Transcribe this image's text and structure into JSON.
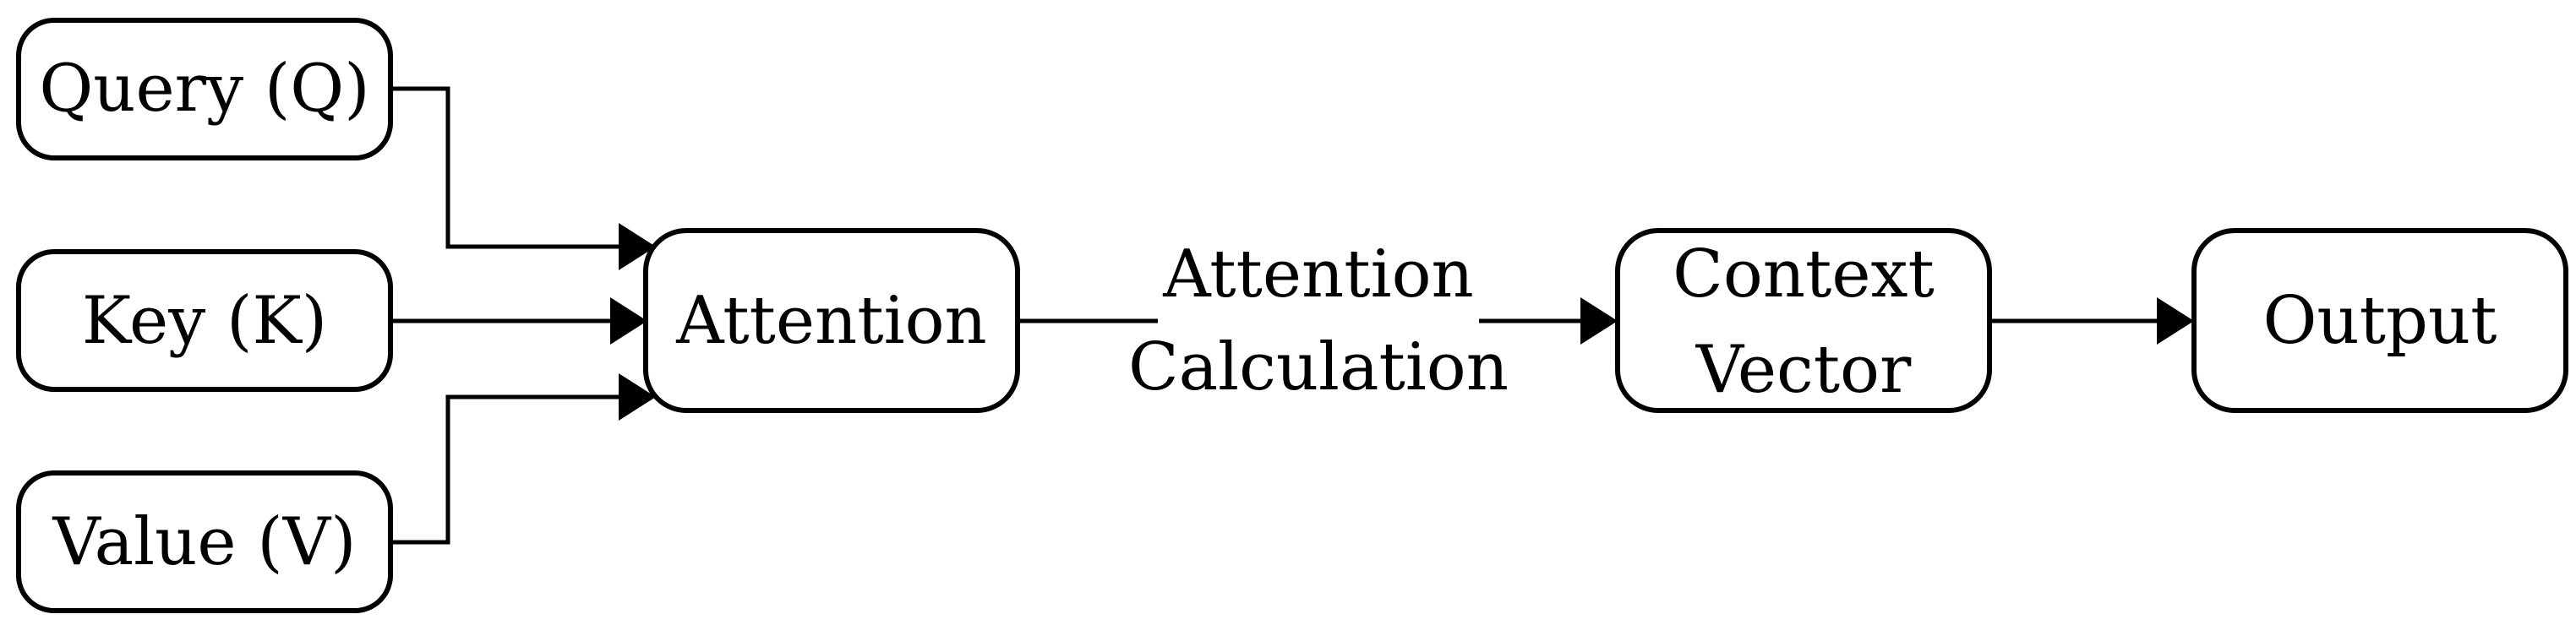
{
  "nodes": {
    "query": {
      "label": "Query (Q)"
    },
    "key": {
      "label": "Key (K)"
    },
    "value": {
      "label": "Value (V)"
    },
    "attention": {
      "label": "Attention"
    },
    "context_vector": {
      "line1": "Context",
      "line2": "Vector"
    },
    "output": {
      "label": "Output"
    }
  },
  "edges": {
    "attention_to_context": {
      "line1": "Attention",
      "line2": "Calculation"
    }
  }
}
